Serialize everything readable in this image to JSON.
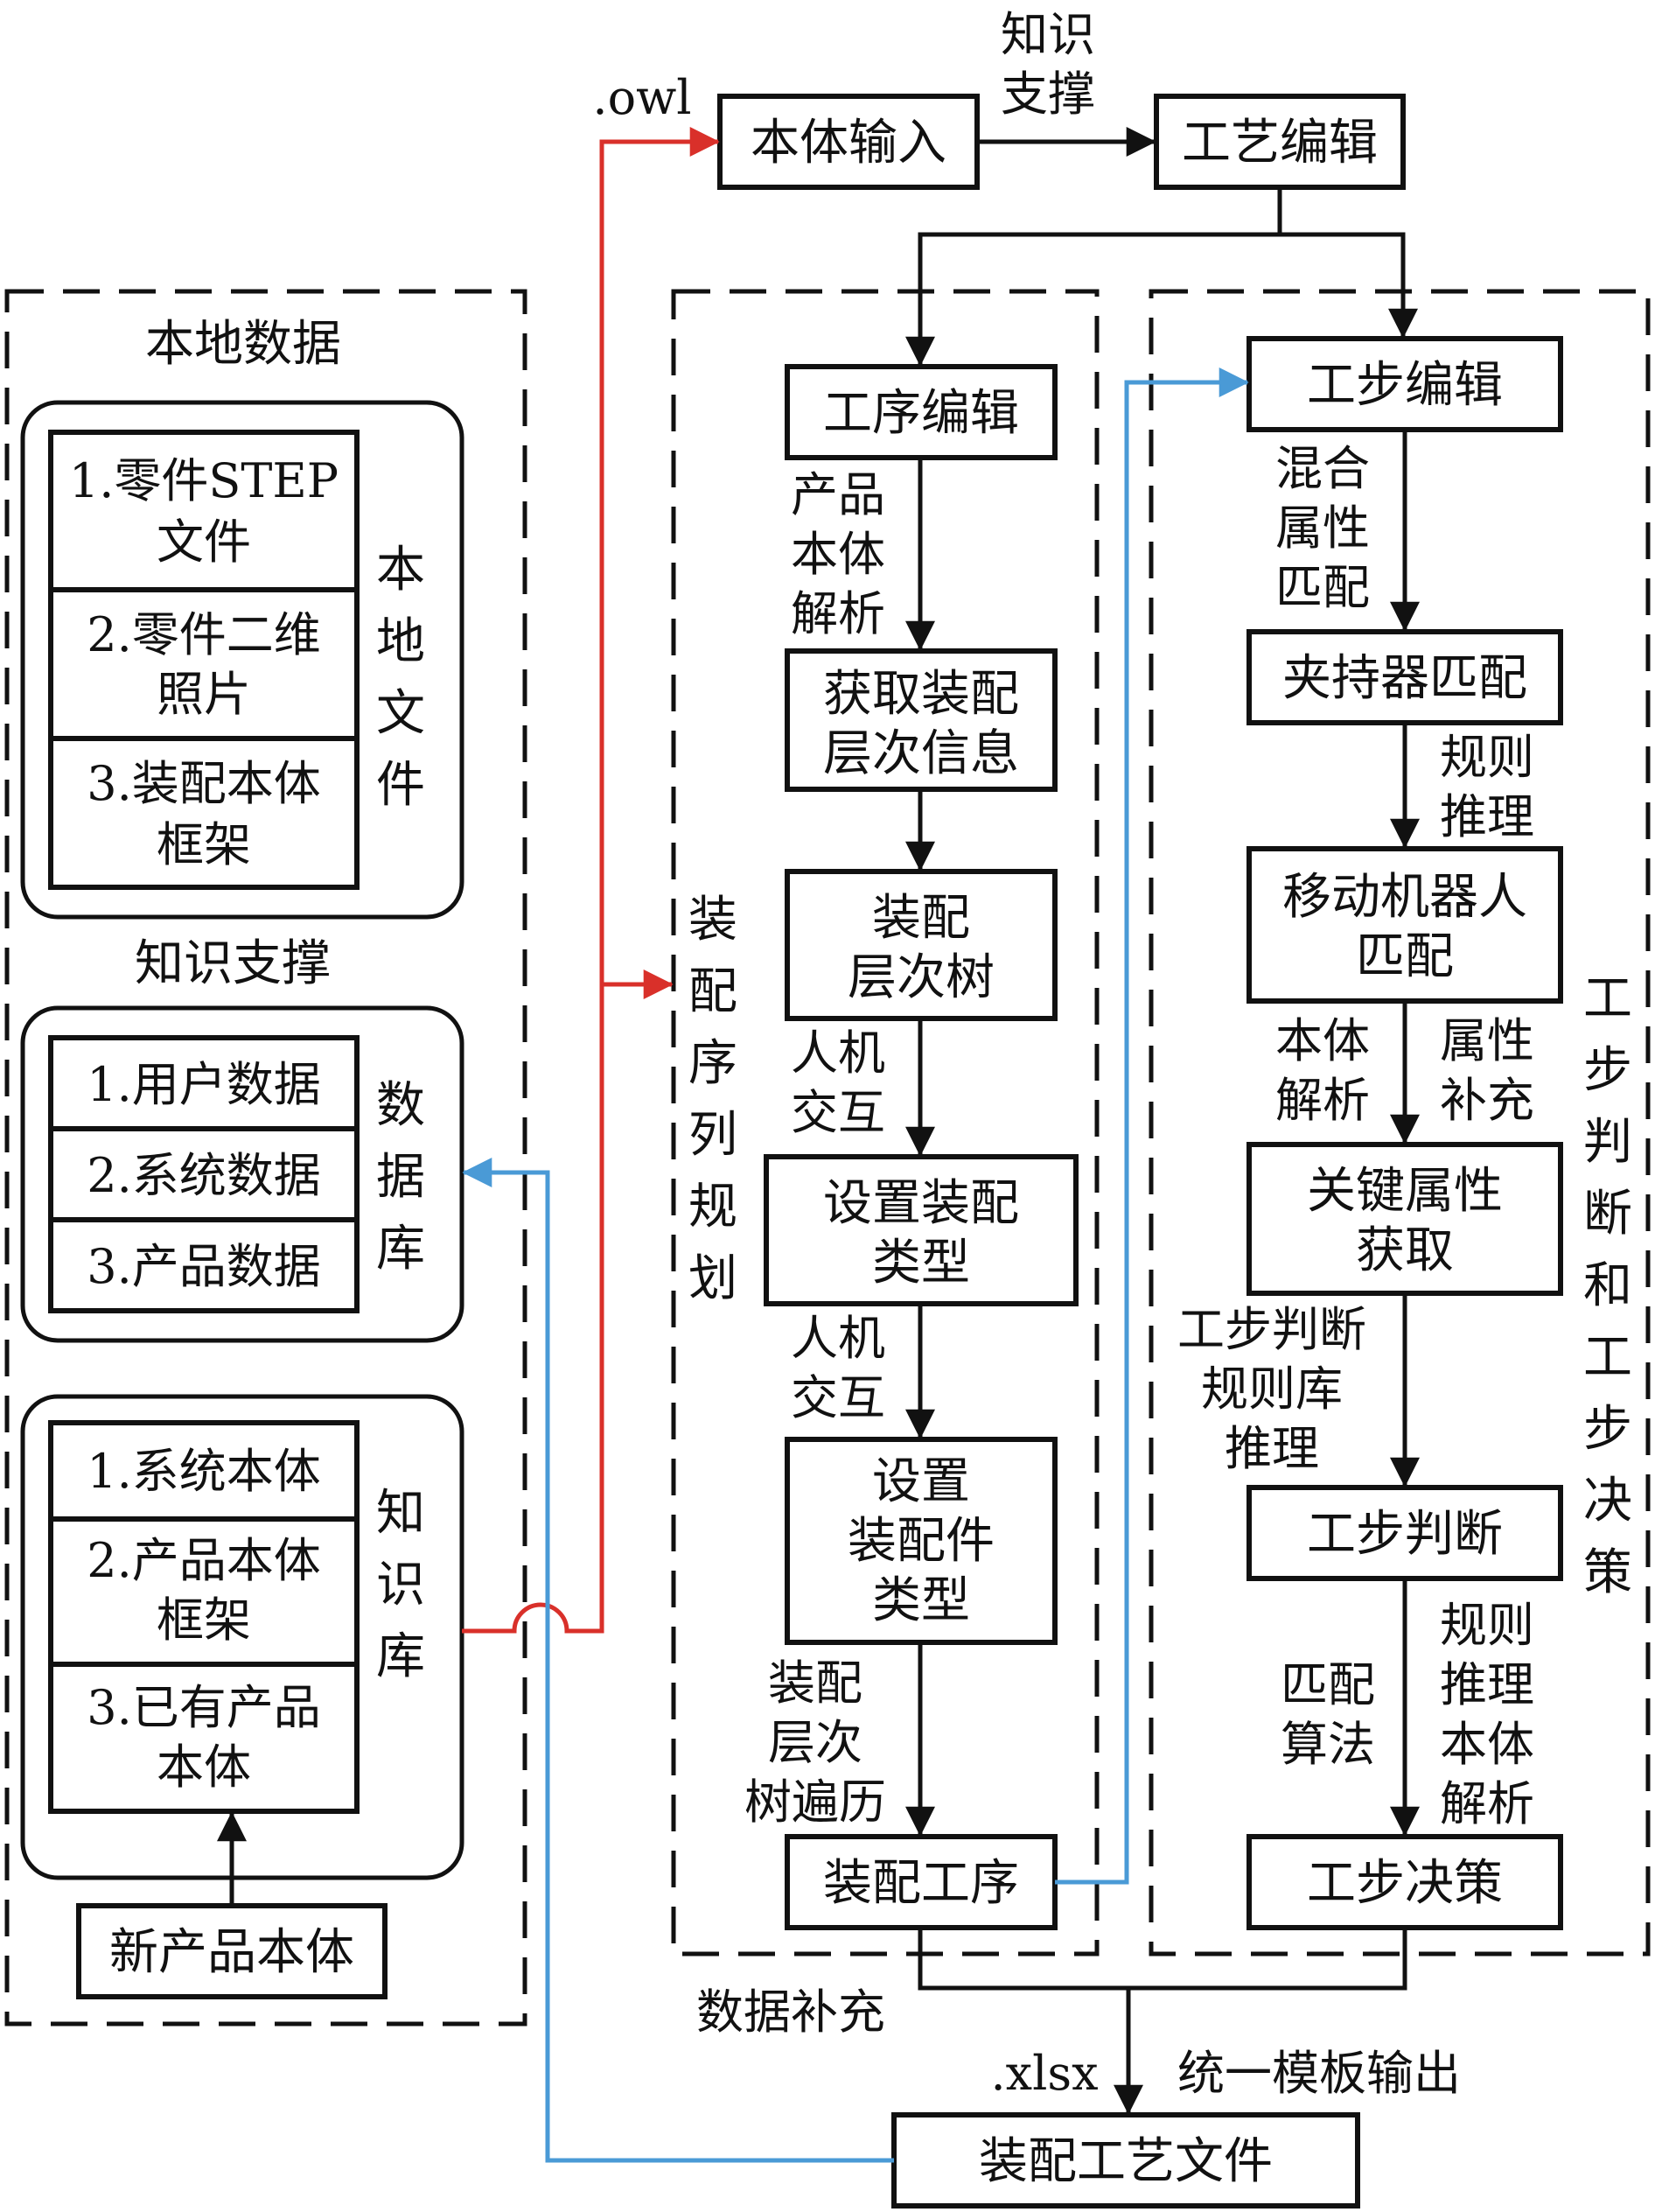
{
  "colors": {
    "red_line": "#d9302a",
    "blue_line": "#4a9ad6",
    "ink": "#111111"
  },
  "top": {
    "ontology_input": "本体输入",
    "process_edit": "工艺编辑",
    "knowledge_support_edge": [
      "知识",
      "支撑"
    ],
    "owl": ".owl"
  },
  "left": {
    "local_data_title": "本地数据",
    "local_files_label": [
      "本",
      "地",
      "文",
      "件"
    ],
    "local_files": [
      [
        "1.零件STEP",
        "文件"
      ],
      [
        "2.零件二维",
        "照片"
      ],
      [
        "3.装配本体",
        "框架"
      ]
    ],
    "knowledge_support_title": "知识支撑",
    "database_label": [
      "数",
      "据",
      "库"
    ],
    "database_items": [
      "1.用户数据",
      "2.系统数据",
      "3.产品数据"
    ],
    "knowledge_base_label": [
      "知",
      "识",
      "库"
    ],
    "knowledge_items": [
      [
        "1.系统本体"
      ],
      [
        "2.产品本体",
        "框架"
      ],
      [
        "3.已有产品",
        "本体"
      ]
    ],
    "new_product": "新产品本体"
  },
  "middle": {
    "section_label": [
      "装",
      "配",
      "序",
      "列",
      "规",
      "划"
    ],
    "step_edit_process": "工序编辑",
    "edge_product_parse": [
      "产品",
      "本体",
      "解析"
    ],
    "get_hierarchy": [
      "获取装配",
      "层次信息"
    ],
    "hierarchy_tree": [
      "装配",
      "层次树"
    ],
    "edge_hci_1": [
      "人机",
      "交互"
    ],
    "set_assembly_type": [
      "设置装配",
      "类型"
    ],
    "edge_hci_2": [
      "人机",
      "交互"
    ],
    "set_part_type": [
      "设置",
      "装配件",
      "类型"
    ],
    "edge_tree_traverse": [
      "装配",
      "层次",
      "树遍历"
    ],
    "assembly_process": "装配工序"
  },
  "right": {
    "section_label": [
      "工",
      "步",
      "判",
      "断",
      "和",
      "工",
      "步",
      "决",
      "策"
    ],
    "step_edit": "工步编辑",
    "edge_mixed_match": [
      "混合",
      "属性",
      "匹配"
    ],
    "gripper_match": "夹持器匹配",
    "edge_rule_reason": [
      "规则",
      "推理"
    ],
    "robot_match": [
      "移动机器人",
      "匹配"
    ],
    "edge_ontology_parse": [
      "本体",
      "解析"
    ],
    "edge_attr_supplement": [
      "属性",
      "补充"
    ],
    "key_attr": [
      "关键属性",
      "获取"
    ],
    "edge_rule_lib": [
      "工步判断",
      "规则库",
      "推理"
    ],
    "step_judge": "工步判断",
    "edge_match_algo": [
      "匹配",
      "算法"
    ],
    "edge_rule_parse": [
      "规则",
      "推理",
      "本体",
      "解析"
    ],
    "step_decision": "工步决策"
  },
  "bottom": {
    "data_supplement": "数据补充",
    "xlsx": ".xlsx",
    "unified_output": "统一模板输出",
    "assembly_file": "装配工艺文件"
  }
}
